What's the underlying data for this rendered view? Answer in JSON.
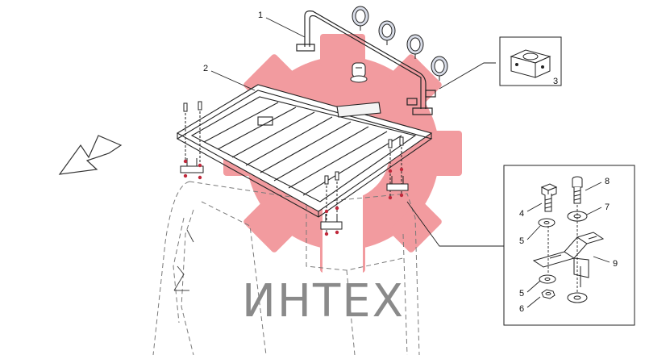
{
  "watermark": {
    "text": "ИНТЕХ",
    "gear_color": "#f08a8f",
    "text_color": "#8a8a8a"
  },
  "callouts": {
    "c1": "1",
    "c2": "2",
    "c3": "3",
    "c4": "4",
    "c5a": "5",
    "c5b": "5",
    "c6": "6",
    "c7": "7",
    "c8": "8",
    "c9": "9"
  },
  "icons": {
    "direction_arrow": "arrow-left-down-icon",
    "work_light": "work-light-icon",
    "beacon": "beacon-icon"
  }
}
